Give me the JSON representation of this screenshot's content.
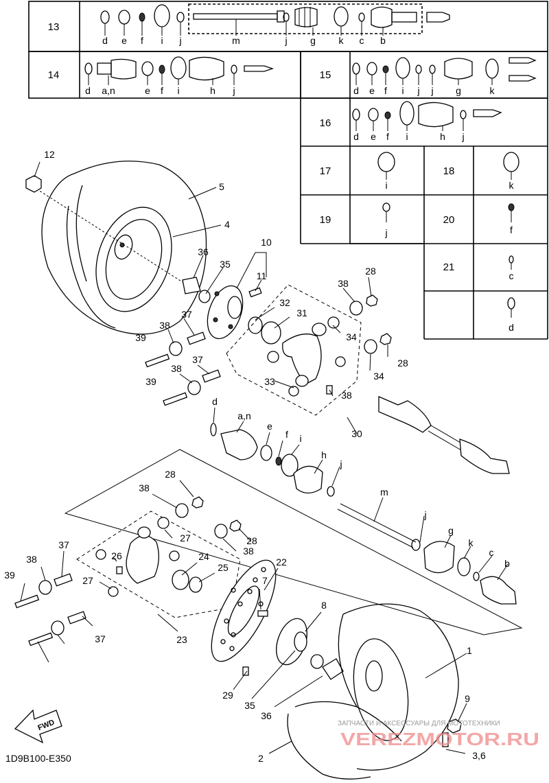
{
  "diagram_code": "1D9B100-E350",
  "fwd_label": "FWD",
  "watermark": {
    "line1": "ЗАПЧАСТИ И АКСЕССУАРЫ ДЛЯ МОТОТЕХНИКИ",
    "line2": "VEREZMOTOR.RU"
  },
  "table": {
    "rows": [
      {
        "num": "13",
        "letters": [
          "d",
          "e",
          "f",
          "i",
          "j",
          "m",
          "j",
          "g",
          "k",
          "c",
          "b"
        ]
      },
      {
        "num": "14",
        "letters": [
          "d",
          "a,n",
          "e",
          "f",
          "i",
          "h",
          "j"
        ]
      },
      {
        "num": "15",
        "letters": [
          "d",
          "e",
          "f",
          "i",
          "j",
          "j",
          "g",
          "k"
        ]
      },
      {
        "num": "16",
        "letters": [
          "d",
          "e",
          "f",
          "i",
          "h",
          "j"
        ]
      },
      {
        "num": "17",
        "letters": [
          "i"
        ]
      },
      {
        "num": "18",
        "letters": [
          "k"
        ]
      },
      {
        "num": "19",
        "letters": [
          "j"
        ]
      },
      {
        "num": "20",
        "letters": [
          "f"
        ]
      },
      {
        "num": "21",
        "letters": [
          "c"
        ]
      },
      {
        "num": "",
        "letters": [
          "d"
        ]
      }
    ]
  },
  "callouts": [
    "12",
    "5",
    "4",
    "10",
    "36",
    "35",
    "11",
    "28",
    "38",
    "32",
    "31",
    "34",
    "37",
    "39",
    "38",
    "28",
    "37",
    "38",
    "34",
    "33",
    "38",
    "39",
    "30",
    "d",
    "a,n",
    "e",
    "f",
    "i",
    "h",
    "j",
    "m",
    "28",
    "38",
    "27",
    "28",
    "38",
    "26",
    "37",
    "27",
    "24",
    "25",
    "22",
    "7",
    "8",
    "38",
    "39",
    "37",
    "23",
    "29",
    "35",
    "36",
    "1",
    "9",
    "3,6",
    "2",
    "j",
    "g",
    "k",
    "c",
    "b"
  ]
}
